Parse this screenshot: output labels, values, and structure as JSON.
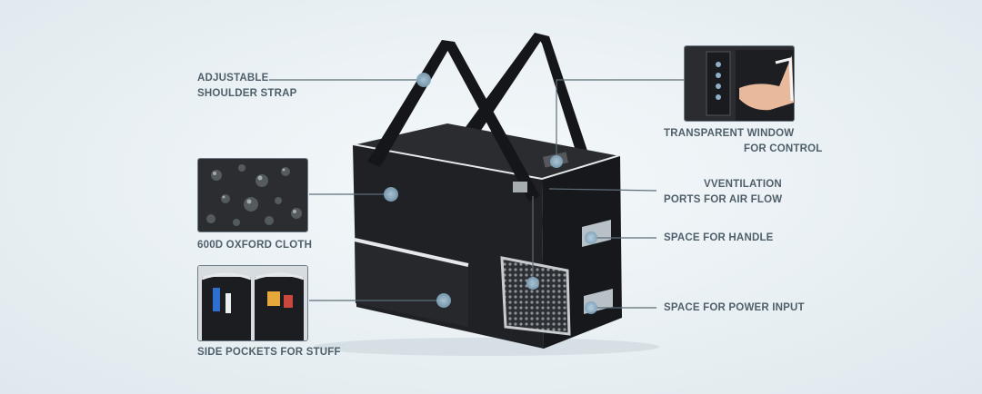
{
  "callouts": {
    "shoulder_strap": [
      "ADJUSTABLE",
      "SHOULDER STRAP"
    ],
    "oxford_cloth": "600D OXFORD CLOTH",
    "side_pockets": "SIDE POCKETS FOR STUFF",
    "transparent_window": [
      "TRANSPARENT WINDOW",
      "FOR CONTROL"
    ],
    "ventilation": [
      "VVENTILATION",
      "PORTS FOR AIR FLOW"
    ],
    "handle": "SPACE FOR HANDLE",
    "power_input": "SPACE FOR POWER INPUT"
  },
  "colors": {
    "bag_body": "#1f2124",
    "trim": "#e6e9eb",
    "callout_line": "#5d6e78",
    "callout_dot": "#8fb1c8"
  }
}
